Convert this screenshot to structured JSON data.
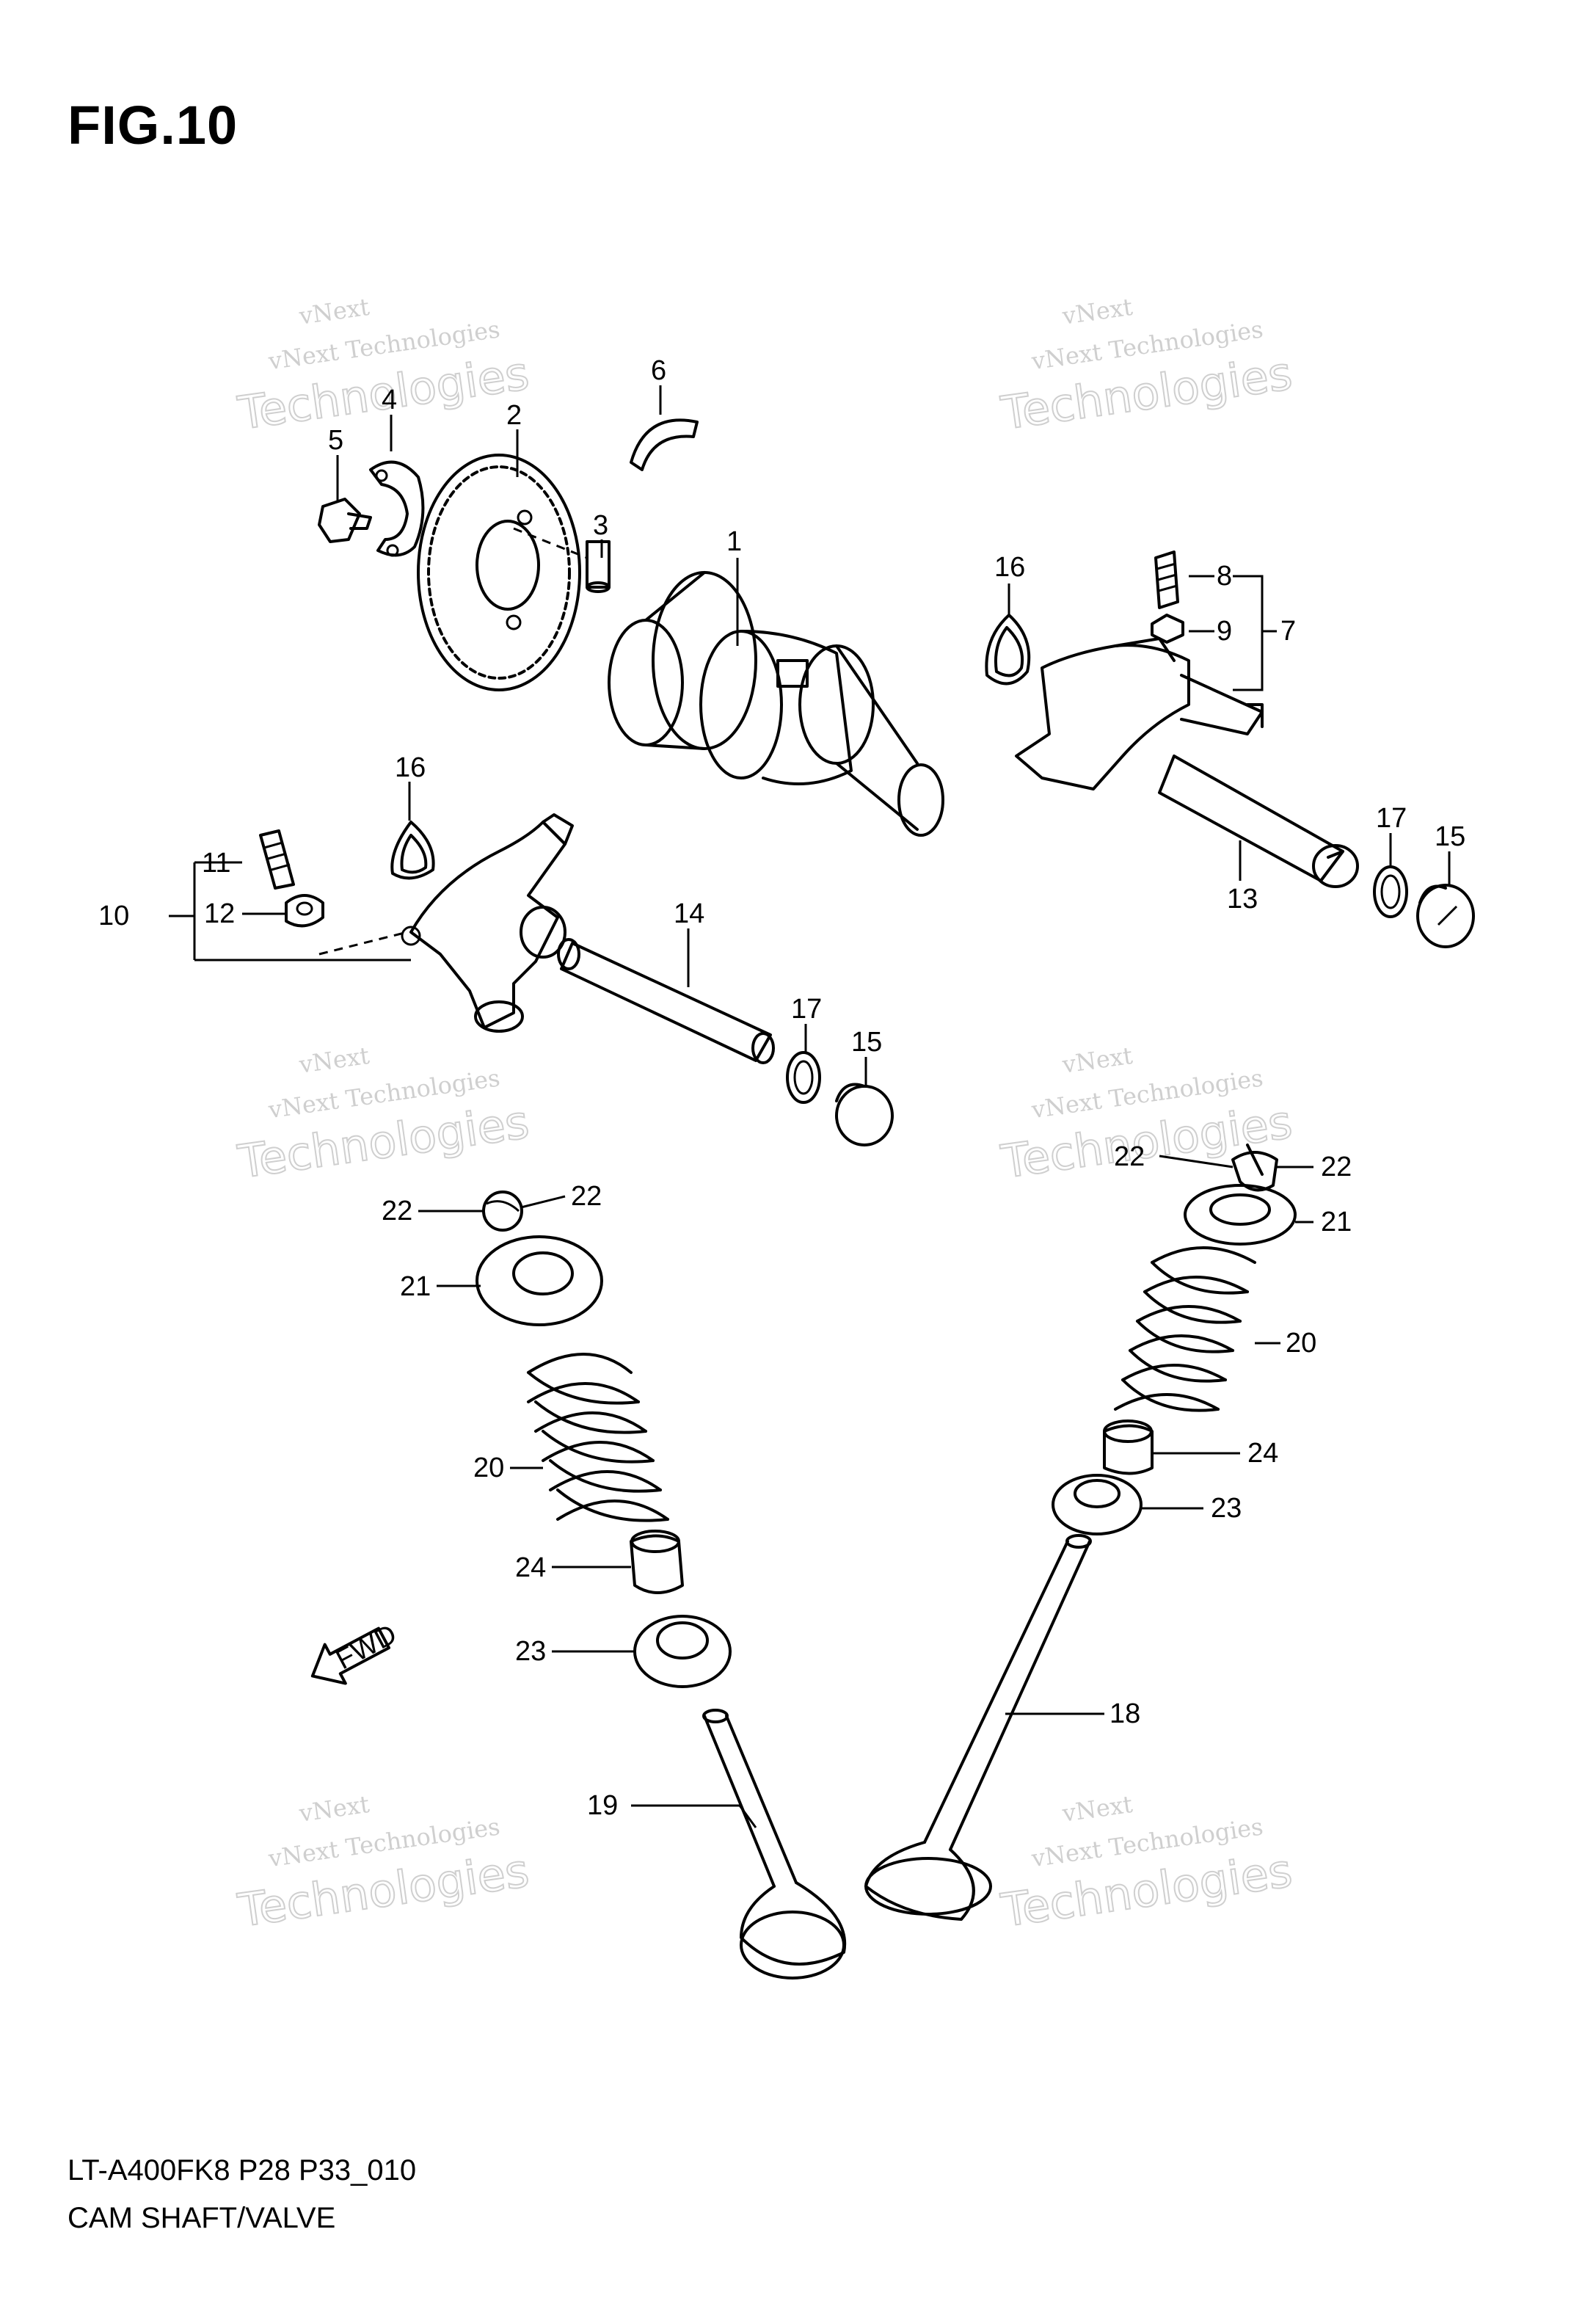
{
  "figure": {
    "title": "FIG.10"
  },
  "footer": {
    "model": "LT-A400FK8 P28 P33_010",
    "caption": "CAM SHAFT/VALVE"
  },
  "watermark": {
    "line1": "vNext Technologies",
    "line2": "Technologies",
    "line3": "vNext"
  },
  "fwd_arrow": {
    "label": "FWD"
  },
  "callouts": {
    "c1": "1",
    "c2": "2",
    "c3": "3",
    "c4": "4",
    "c5": "5",
    "c6": "6",
    "c7": "7",
    "c8": "8",
    "c9": "9",
    "c10": "10",
    "c11": "11",
    "c12": "12",
    "c13": "13",
    "c14": "14",
    "c15": "15",
    "c16": "16",
    "c17": "17",
    "c18": "18",
    "c19": "19",
    "c20": "20",
    "c21": "21",
    "c22": "22",
    "c23": "23",
    "c24": "24"
  }
}
